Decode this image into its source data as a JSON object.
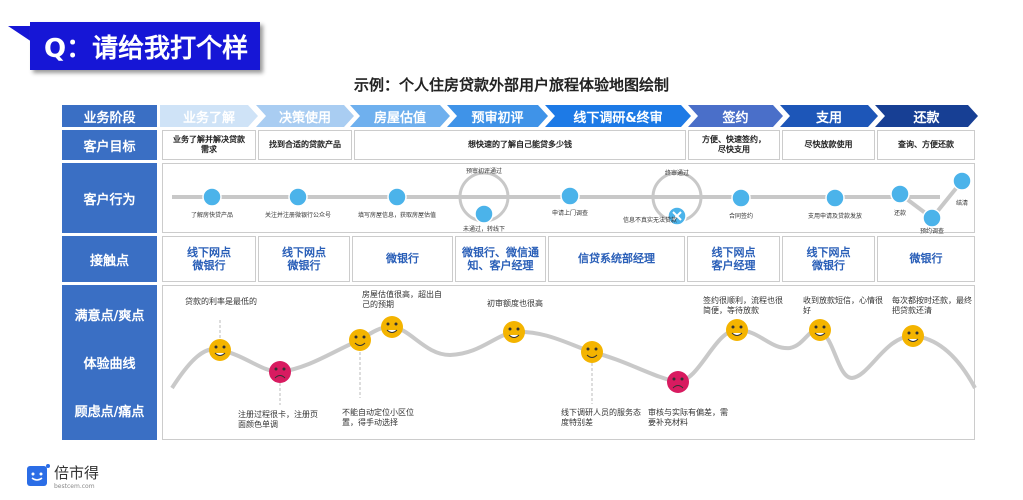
{
  "banner": "Q：请给我打个样",
  "title": "示例：个人住房贷款外部用户旅程体验地图绘制",
  "row_labels": [
    "业务阶段",
    "客户目标",
    "客户行为",
    "接触点",
    "满意点/爽点",
    "体验曲线",
    "顾虑点/痛点"
  ],
  "stages": [
    {
      "label": "业务了解",
      "color": "#cfe3f7"
    },
    {
      "label": "决策使用",
      "color": "#a9cdf2"
    },
    {
      "label": "房屋估值",
      "color": "#6fb0ee"
    },
    {
      "label": "预审初评",
      "color": "#3f93e8"
    },
    {
      "label": "线下调研&终审",
      "color": "#1d7ae6"
    },
    {
      "label": "签约",
      "color": "#4a6fc9"
    },
    {
      "label": "支用",
      "color": "#1d56b8"
    },
    {
      "label": "还款",
      "color": "#173f94"
    }
  ],
  "goals": [
    "业务了解并解决贷款需求",
    "找到合适的贷款产品",
    "想快速的了解自己能贷多少钱",
    "方便、快速签约，尽快支用",
    "尽快放款使用",
    "查询、方便还款"
  ],
  "behaviors": [
    "了解房快贷产品",
    "关注并注册微银行公众号",
    "填写房屋信息，获取房屋估值",
    "预审初评通过",
    "未通过，转线下",
    "申请上门调查",
    "终审通过",
    "信息不真实无法贷款",
    "合同签约",
    "支用申请及贷款发放",
    "还款",
    "预约调查",
    "结清"
  ],
  "touchpoints": [
    "线下网点\n微银行",
    "线下网点\n微银行",
    "微银行",
    "微银行、微信通知、客户经理",
    "信贷系统部经理",
    "线下网点\n客户经理",
    "线下网点\n微银行",
    "微银行"
  ],
  "highlights": [
    "贷款的利率是最低的",
    "房屋估值很高，超出自己的预期",
    "初审额度也很高",
    "签约很顺利，流程也很简便，等待放款",
    "收到放款短信，心情很好",
    "每次都按时还款，最终把贷款还清"
  ],
  "pains": [
    "注册过程很卡，注册页面颜色单调",
    "不能自动定位小区位置，得手动选择",
    "线下调研人员的服务态度特别差",
    "审核与实际有偏差，需要补充材料"
  ],
  "logo": {
    "name": "倍市得",
    "domain": "bestcem.com"
  }
}
